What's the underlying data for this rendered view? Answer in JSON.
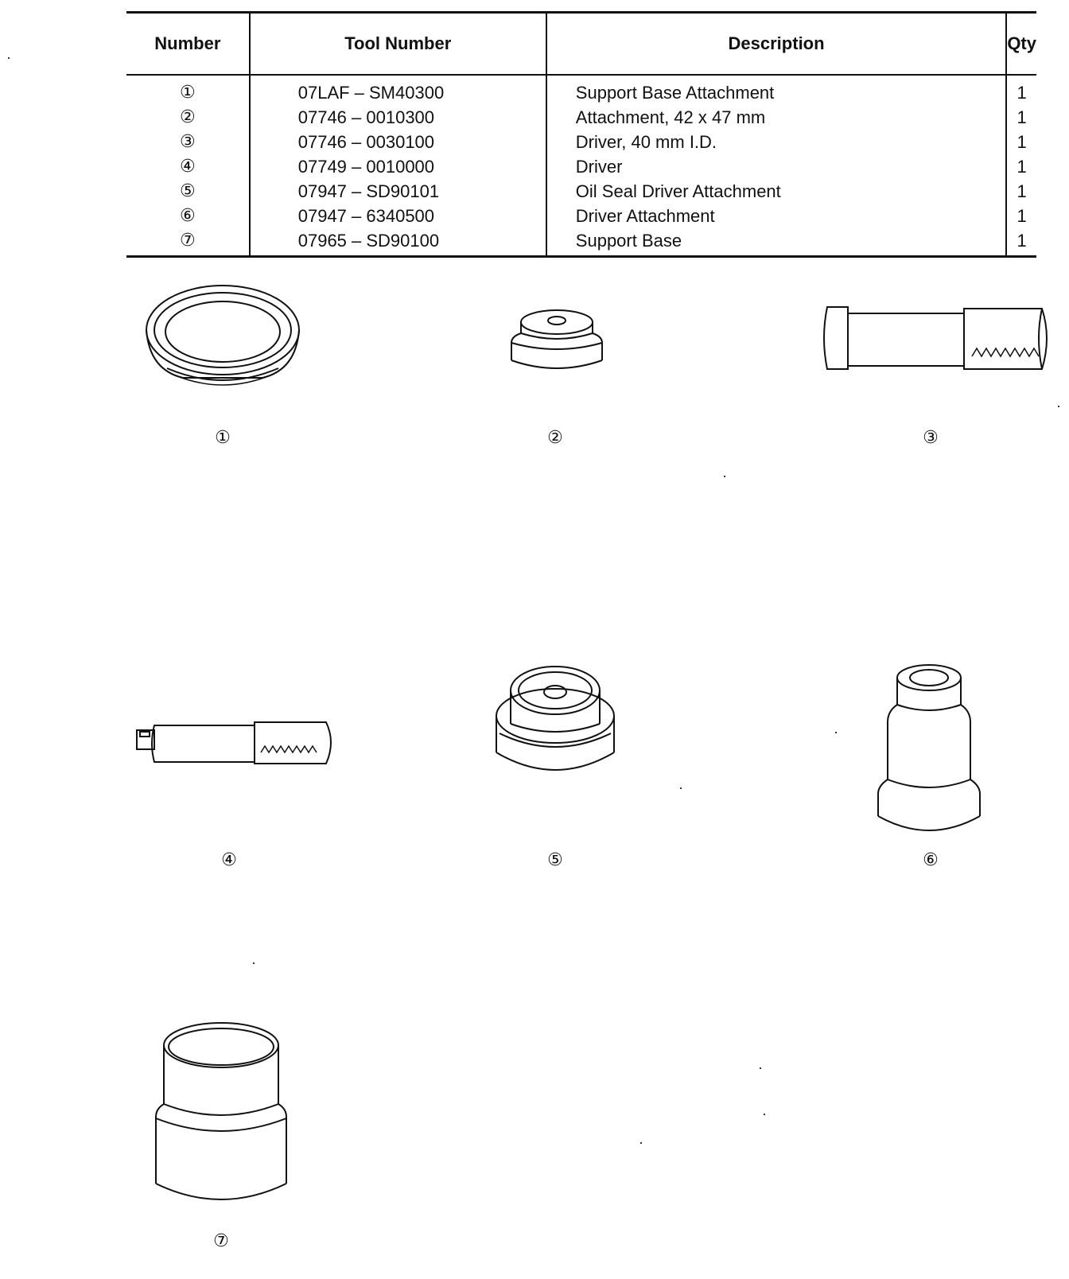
{
  "table": {
    "headers": {
      "number": "Number",
      "tool_number": "Tool Number",
      "description": "Description",
      "qty": "Qty"
    },
    "rows": [
      {
        "number": "①",
        "tool_number": "07LAF – SM40300",
        "description": "Support Base Attachment",
        "qty": "1"
      },
      {
        "number": "②",
        "tool_number": "07746 – 0010300",
        "description": "Attachment, 42 x 47 mm",
        "qty": "1"
      },
      {
        "number": "③",
        "tool_number": "07746 – 0030100",
        "description": "Driver, 40 mm I.D.",
        "qty": "1"
      },
      {
        "number": "④",
        "tool_number": "07749 – 0010000",
        "description": "Driver",
        "qty": "1"
      },
      {
        "number": "⑤",
        "tool_number": "07947 – SD90101",
        "description": "Oil Seal Driver Attachment",
        "qty": "1"
      },
      {
        "number": "⑥",
        "tool_number": "07947 – 6340500",
        "description": "Driver Attachment",
        "qty": "1"
      },
      {
        "number": "⑦",
        "tool_number": "07965 – SD90100",
        "description": "Support Base",
        "qty": "1"
      }
    ]
  },
  "drawings": {
    "d1": {
      "label": "①",
      "icon": "support-base-attachment-drawing"
    },
    "d2": {
      "label": "②",
      "icon": "attachment-42x47-drawing"
    },
    "d3": {
      "label": "③",
      "icon": "driver-40mm-drawing"
    },
    "d4": {
      "label": "④",
      "icon": "driver-drawing"
    },
    "d5": {
      "label": "⑤",
      "icon": "oil-seal-driver-attachment-drawing"
    },
    "d6": {
      "label": "⑥",
      "icon": "driver-attachment-drawing"
    },
    "d7": {
      "label": "⑦",
      "icon": "support-base-drawing"
    }
  }
}
